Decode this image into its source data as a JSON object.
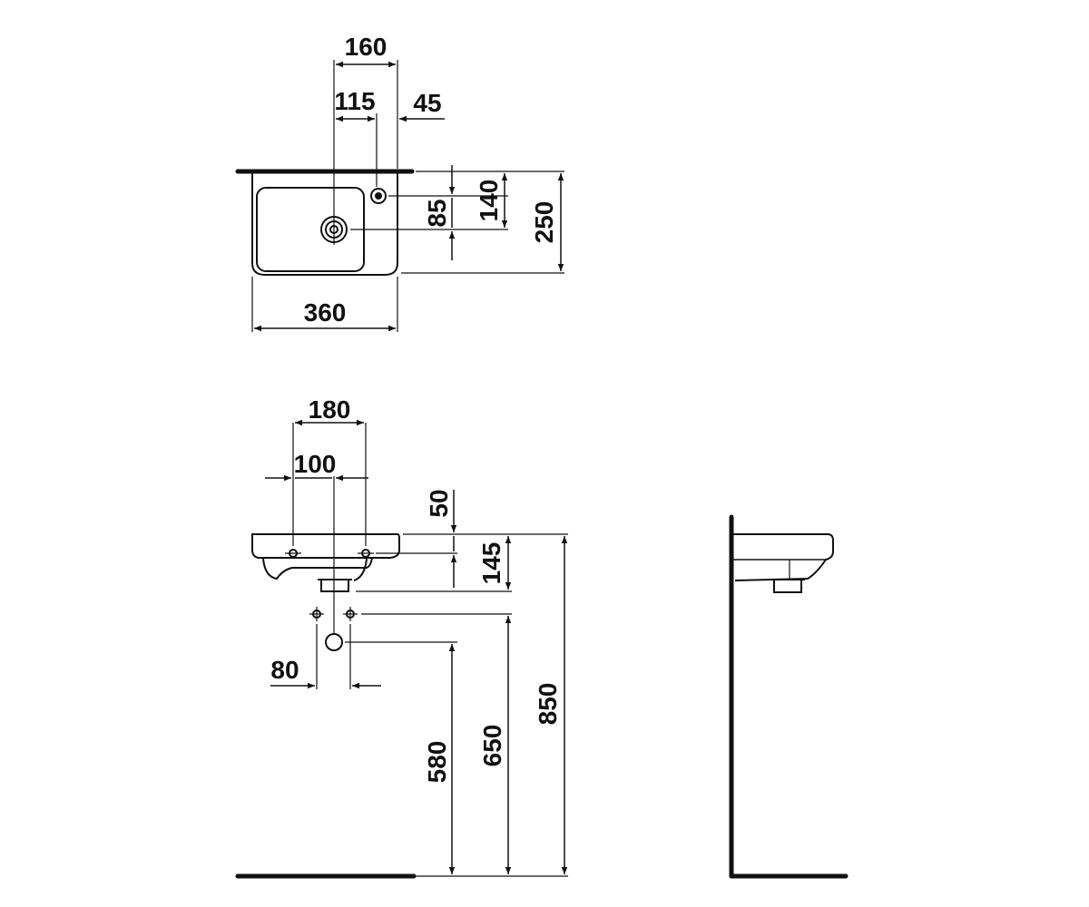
{
  "dimensions": {
    "top_view": {
      "tap_to_drain_width": "160",
      "drain_offset": "115",
      "tap_offset": "45",
      "drain_depth_from_back": "140",
      "tap_to_drain_depth": "85",
      "basin_depth": "250",
      "basin_width": "360"
    },
    "front_view": {
      "fixing_spacing": "180",
      "drain_to_fixing": "100",
      "fixing_below_rim": "50",
      "basin_height": "145",
      "supply_spacing": "80",
      "waste_height": "580",
      "supply_height": "650",
      "rim_height": "850"
    }
  }
}
